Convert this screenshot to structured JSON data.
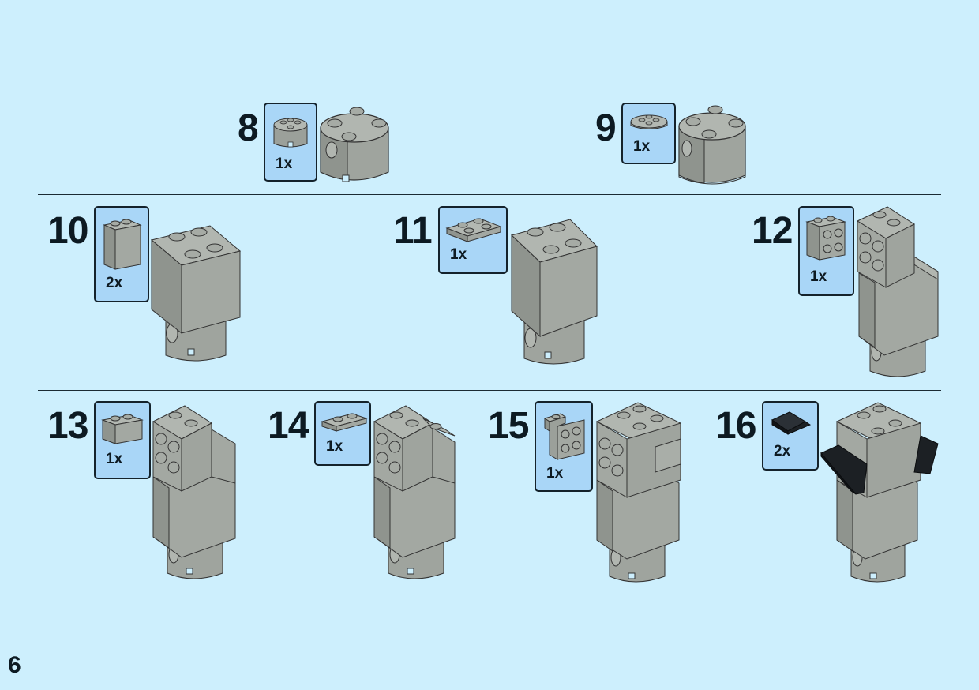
{
  "page_number": "6",
  "colors": {
    "background": "#cdeffd",
    "callout": "#a9d6f7",
    "brick_light": "#a3a8a2",
    "brick_dark": "#8c918b",
    "brick_black": "#1c2024"
  },
  "steps": [
    {
      "number": "8",
      "quantity": "1x",
      "part": "round-brick-2x2"
    },
    {
      "number": "9",
      "quantity": "1x",
      "part": "round-plate-2x2"
    },
    {
      "number": "10",
      "quantity": "2x",
      "part": "brick-1x2"
    },
    {
      "number": "11",
      "quantity": "1x",
      "part": "plate-2x2"
    },
    {
      "number": "12",
      "quantity": "1x",
      "part": "brick-1x2-studs-on-side"
    },
    {
      "number": "13",
      "quantity": "1x",
      "part": "brick-1x2"
    },
    {
      "number": "14",
      "quantity": "1x",
      "part": "plate-1x2"
    },
    {
      "number": "15",
      "quantity": "1x",
      "part": "bracket-1x2-2x2"
    },
    {
      "number": "16",
      "quantity": "2x",
      "part": "slope-black"
    }
  ]
}
